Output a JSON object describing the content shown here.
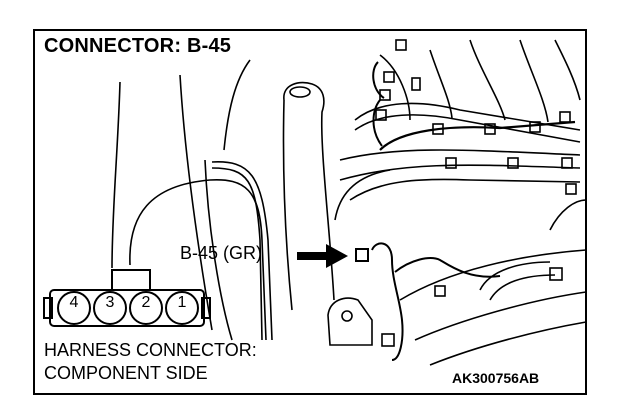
{
  "title": "CONNECTOR: B-45",
  "callout_label": "B-45 (GR)",
  "harness_caption_line1": "HARNESS CONNECTOR:",
  "harness_caption_line2": "COMPONENT SIDE",
  "figure_code": "AK300756AB",
  "connector_pins": [
    "4",
    "3",
    "2",
    "1"
  ],
  "colors": {
    "line": "#000000",
    "background": "#ffffff"
  }
}
